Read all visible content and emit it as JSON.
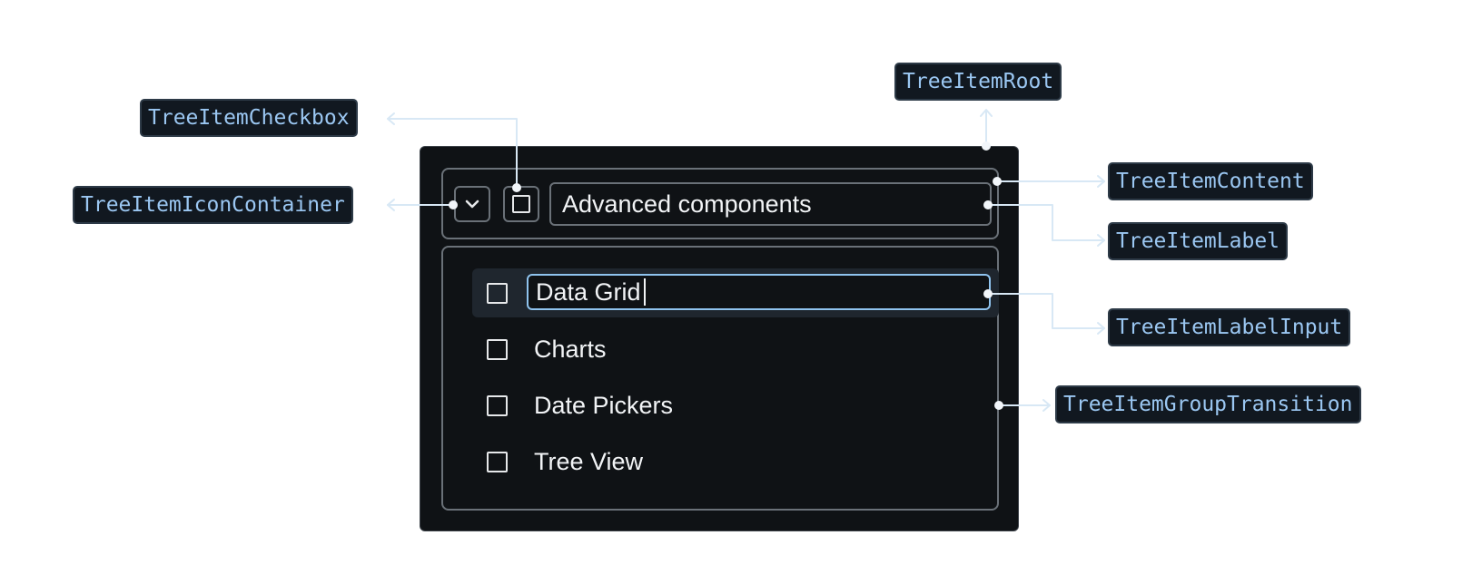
{
  "annotations": {
    "tree_item_root": "TreeItemRoot",
    "tree_item_checkbox": "TreeItemCheckbox",
    "tree_item_icon_container": "TreeItemIconContainer",
    "tree_item_content": "TreeItemContent",
    "tree_item_label": "TreeItemLabel",
    "tree_item_label_input": "TreeItemLabelInput",
    "tree_item_group_transition": "TreeItemGroupTransition"
  },
  "tree": {
    "parent_label": "Advanced components",
    "expand_icon": "chevron-down-icon",
    "editing_value": "Data Grid",
    "children": [
      {
        "label": "Data Grid",
        "checked": false,
        "editing": true
      },
      {
        "label": "Charts",
        "checked": false
      },
      {
        "label": "Date Pickers",
        "checked": false
      },
      {
        "label": "Tree View",
        "checked": false
      }
    ]
  },
  "colors": {
    "panel_background": "#0f1215",
    "panel_border": "#6a7178",
    "text": "#f2f4f6",
    "input_focus_border": "#8fc3ee",
    "tag_text": "#9bc7f2",
    "tag_background": "#111820",
    "connector": "#d8e8f5"
  }
}
